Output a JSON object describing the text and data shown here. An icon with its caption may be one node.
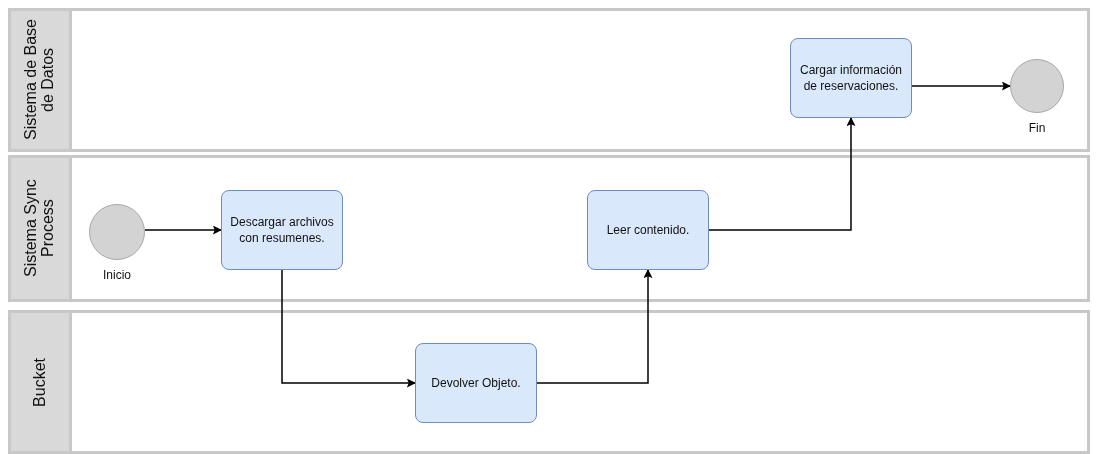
{
  "diagram": {
    "nodes": [
      {
        "text": [
          "Sistema de Base de Datos"
        ]
      },
      {
        "text": [
          "Sistema Sync Process"
        ]
      },
      {
        "text": [
          "Bucket"
        ]
      },
      {
        "text": [
          "Cargar información de reservaciones."
        ],
        "in": 0
      },
      {
        "text": [],
        "shape": "circle",
        "in": 0,
        "beside": [
          "Fin"
        ]
      },
      {
        "text": [],
        "shape": "circle",
        "in": 1,
        "beside": [
          "Inicio"
        ]
      },
      {
        "text": [
          "Descargar archivos con resumenes."
        ],
        "in": 1
      },
      {
        "text": [
          "Leer contenido."
        ],
        "in": 1
      },
      {
        "text": [
          "Devolver Objeto."
        ],
        "in": 2
      }
    ],
    "edges": [
      {
        "from": 5,
        "to": 6,
        "arrow": "to"
      },
      {
        "from": 6,
        "to": 8,
        "arrow": "to"
      },
      {
        "from": 8,
        "to": 7,
        "arrow": "to"
      },
      {
        "from": 7,
        "to": 3,
        "arrow": "to"
      },
      {
        "from": 3,
        "to": 4,
        "arrow": "to"
      }
    ]
  }
}
